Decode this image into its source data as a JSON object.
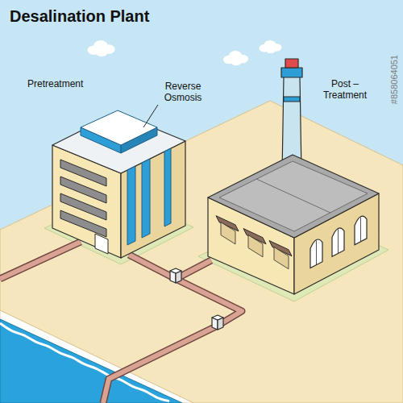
{
  "diagram": {
    "title": "Desalination Plant",
    "labels": [
      "Pretreatment",
      "Reverse Osmosis",
      "Post – Treatment",
      "#858064051"
    ]
  }
}
